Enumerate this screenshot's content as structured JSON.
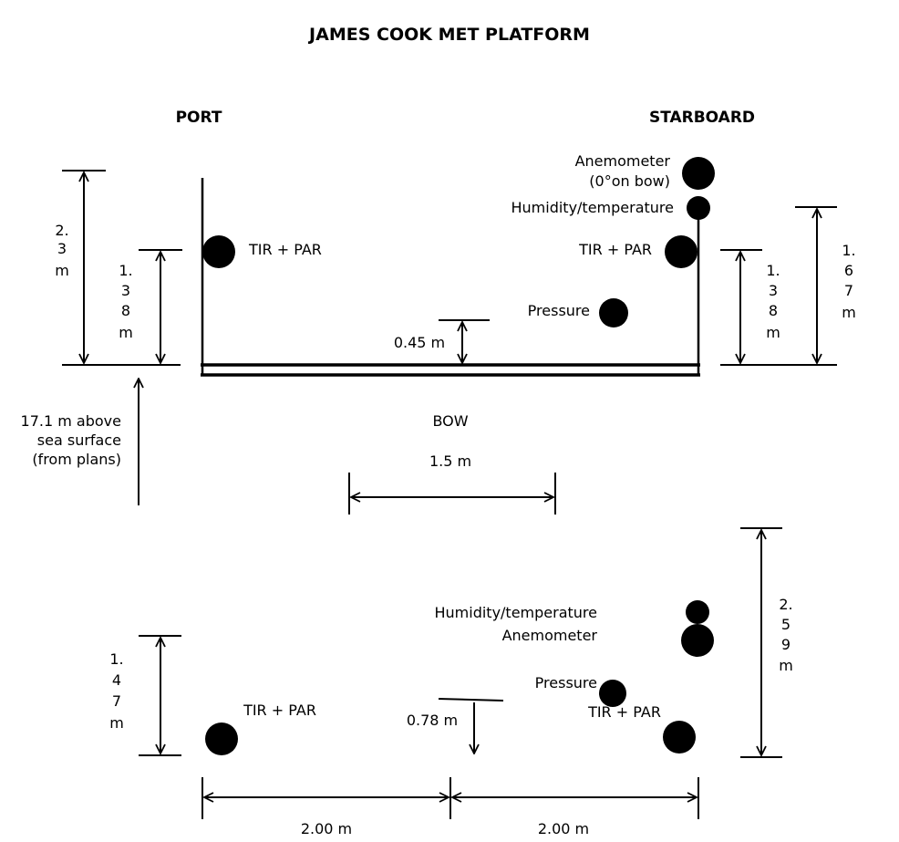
{
  "title": "JAMES COOK MET PLATFORM",
  "top_view": {
    "port_label": "PORT",
    "starboard_label": "STARBOARD",
    "bow_label": "BOW",
    "anemometer_label": "Anemometer",
    "anemometer_note": "(0°on bow)",
    "humidity_label": "Humidity/temperature",
    "tir_par_port": "TIR + PAR",
    "tir_par_starboard": "TIR + PAR",
    "pressure_label": "Pressure",
    "dim_port_outer": [
      "2.",
      "3",
      "m"
    ],
    "dim_port_inner": [
      "1.",
      "3",
      "8",
      "m"
    ],
    "dim_starboard_inner": [
      "1.",
      "3",
      "8",
      "m"
    ],
    "dim_starboard_outer": [
      "1.",
      "6",
      "7",
      "m"
    ],
    "dim_pressure_height": "0.45 m",
    "dim_width": "1.5 m",
    "sea_note": [
      "17.1 m above",
      "sea surface",
      "(from plans)"
    ]
  },
  "side_view": {
    "humidity_label": "Humidity/temperature",
    "anemometer_label": "Anemometer",
    "pressure_label": "Pressure",
    "tir_par_left": "TIR + PAR",
    "tir_par_right": "TIR + PAR",
    "dim_left": [
      "1.",
      "4",
      "7",
      "m"
    ],
    "dim_right": [
      "2.",
      "5",
      "9",
      "m"
    ],
    "dim_pressure_height": "0.78 m",
    "dim_span_left": "2.00 m",
    "dim_span_right": "2.00 m"
  }
}
